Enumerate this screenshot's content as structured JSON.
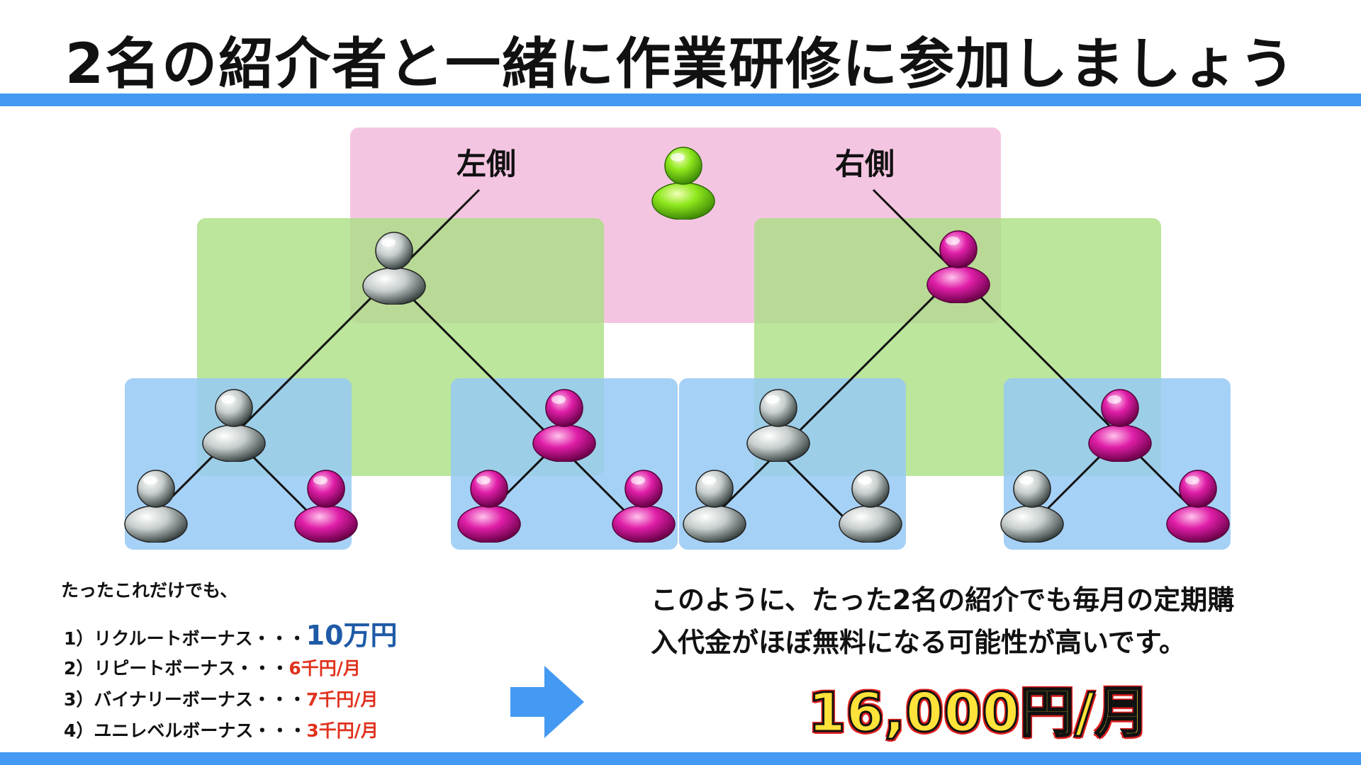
{
  "title": "2名の紹介者と一緒に作業研修に参加しましょう",
  "colors": {
    "accent_bar": "#4499f2",
    "pink_region": "#f4c5e1",
    "green_region": "#a8df80",
    "blue_region": "#96c9f4",
    "value_blue": "#1e5aa6",
    "value_red": "#e0321e",
    "arrow_blue": "#4499f2"
  },
  "tree": {
    "left_label": "左側",
    "right_label": "右側"
  },
  "bonuses": {
    "lead": "たったこれだけでも、",
    "items": [
      {
        "label": "1）リクルートボーナス・・・",
        "value": "10万円"
      },
      {
        "label": "2）リピートボーナス・・・",
        "value": "6千円/月"
      },
      {
        "label": "3）バイナリーボーナス・・・",
        "value": "7千円/月"
      },
      {
        "label": "4）ユニレベルボーナス・・・",
        "value": "3千円/月"
      }
    ]
  },
  "summary": {
    "line1": "このように、たった2名の紹介でも毎月の定期購",
    "line2": "入代金がほぼ無料になる可能性が高いです。",
    "amount": "16,000円/月"
  },
  "icons": {
    "arrow": "right-arrow-icon",
    "person": "person-icon"
  }
}
